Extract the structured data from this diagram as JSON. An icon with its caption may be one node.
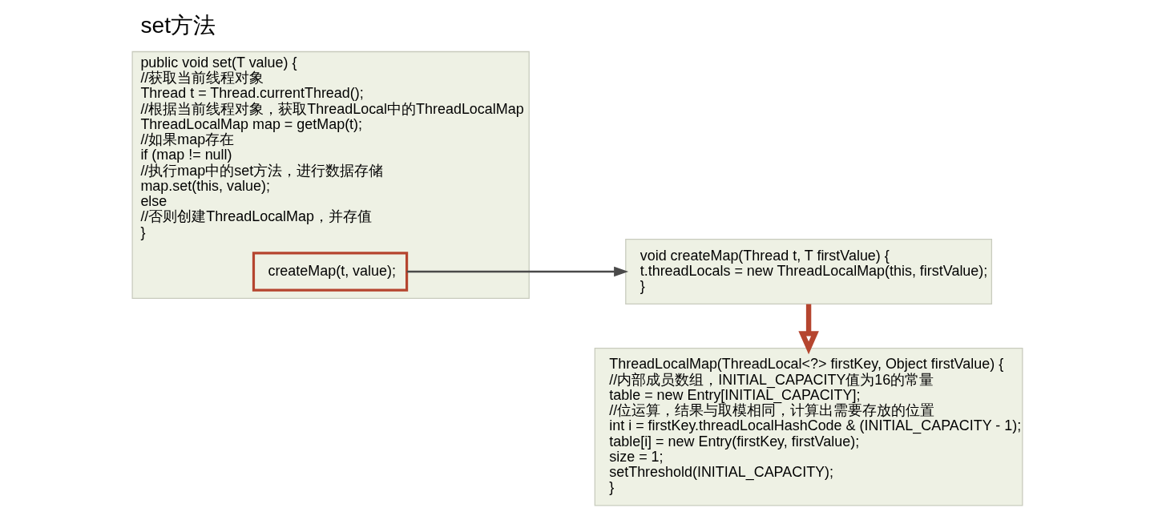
{
  "diagram": {
    "title": "set方法",
    "nodes": [
      {
        "text": [
          "public void set(T value) {",
          "//获取当前线程对象",
          "Thread t = Thread.currentThread();",
          "//根据当前线程对象，获取ThreadLocal中的ThreadLocalMap",
          "ThreadLocalMap map = getMap(t);",
          "//如果map存在",
          "if (map != null)",
          "//执行map中的set方法，进行数据存储",
          "map.set(this, value);",
          "else",
          "//否则创建ThreadLocalMap，并存值",
          "}"
        ]
      },
      {
        "text": [
          "createMap(t, value);"
        ],
        "in": 0
      },
      {
        "text": [
          "void createMap(Thread t, T firstValue) {",
          "t.threadLocals = new ThreadLocalMap(this, firstValue);",
          "}"
        ]
      },
      {
        "text": [
          "ThreadLocalMap(ThreadLocal<?> firstKey, Object firstValue) {",
          "//内部成员数组，INITIAL_CAPACITY值为16的常量",
          "table = new Entry[INITIAL_CAPACITY];",
          "//位运算，结果与取模相同，计算出需要存放的位置",
          "int i = firstKey.threadLocalHashCode & (INITIAL_CAPACITY - 1);",
          "table[i] = new Entry(firstKey, firstValue);",
          "size = 1;",
          "setThreshold(INITIAL_CAPACITY);",
          "}"
        ]
      }
    ],
    "edges": [
      {
        "from": 1,
        "to": 2,
        "arrow": "to"
      },
      {
        "from": 2,
        "to": 3,
        "arrow": "to",
        "style": "thick",
        "color": "#b5452f"
      }
    ]
  }
}
